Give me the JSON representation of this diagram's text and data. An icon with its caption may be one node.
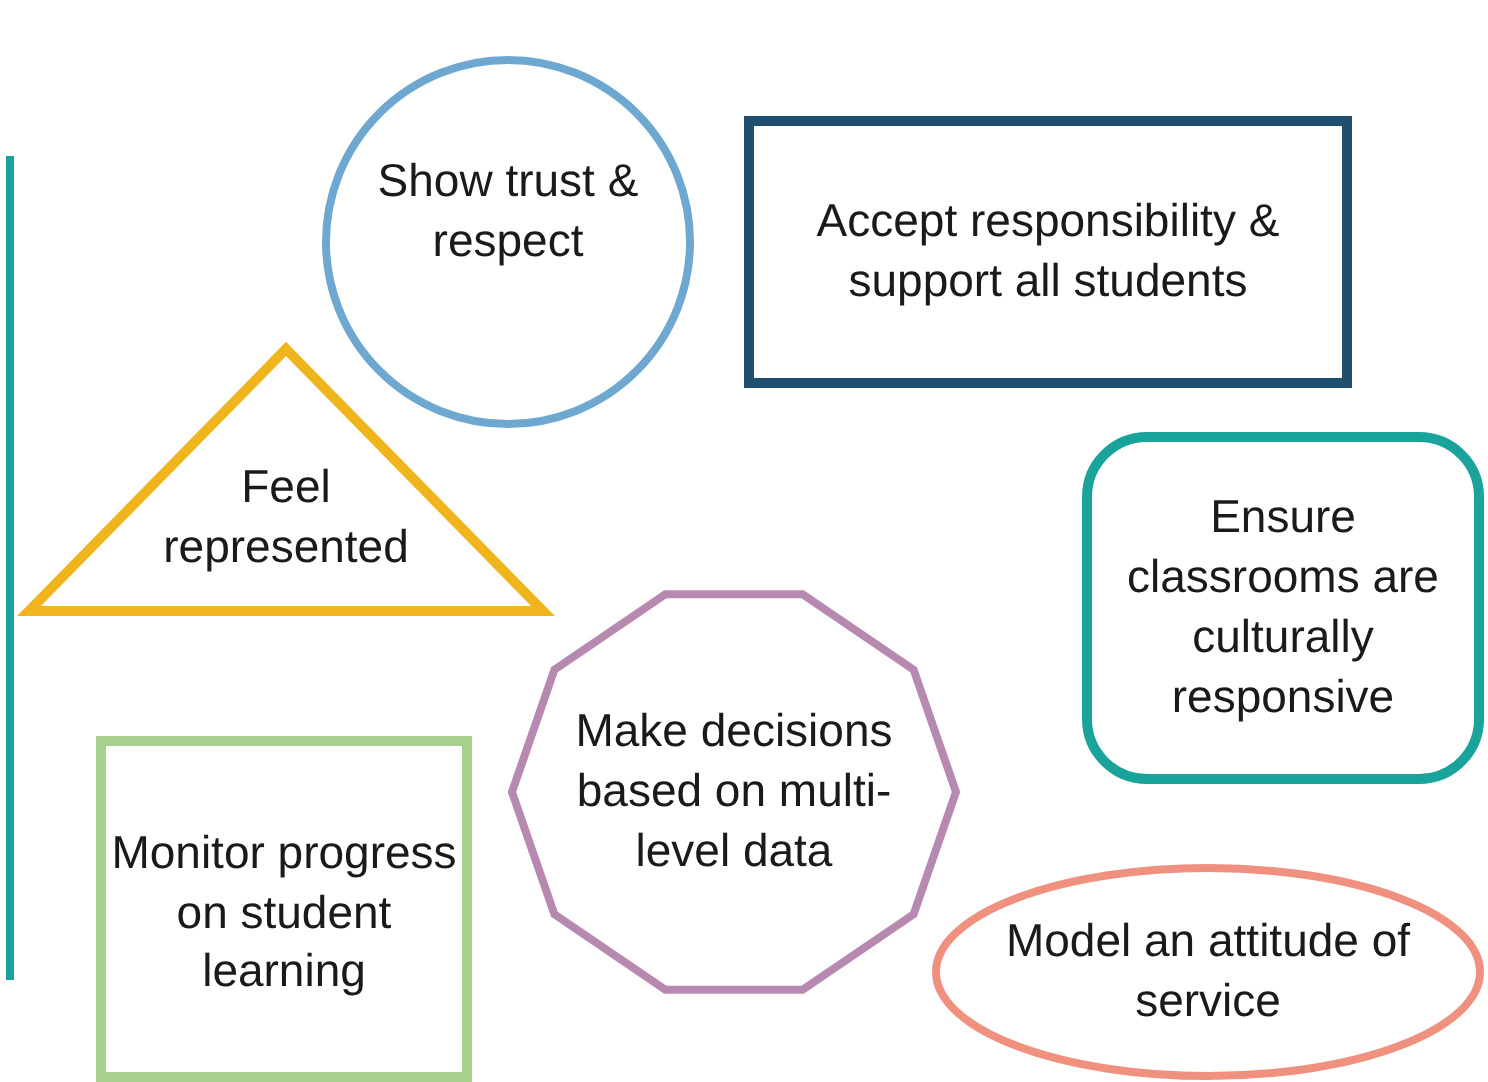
{
  "diagram": {
    "nodes": [
      {
        "text": [
          "Show trust & respect"
        ]
      },
      {
        "text": [
          "Accept responsibility & support all students"
        ]
      },
      {
        "text": [
          "Feel represented"
        ]
      },
      {
        "text": [
          "Ensure classrooms are culturally responsive"
        ]
      },
      {
        "text": [
          "Make decisions based on multi-level data"
        ]
      },
      {
        "text": [
          "Monitor progress on student learning"
        ]
      },
      {
        "text": [
          "Model an attitude of service"
        ]
      }
    ]
  }
}
